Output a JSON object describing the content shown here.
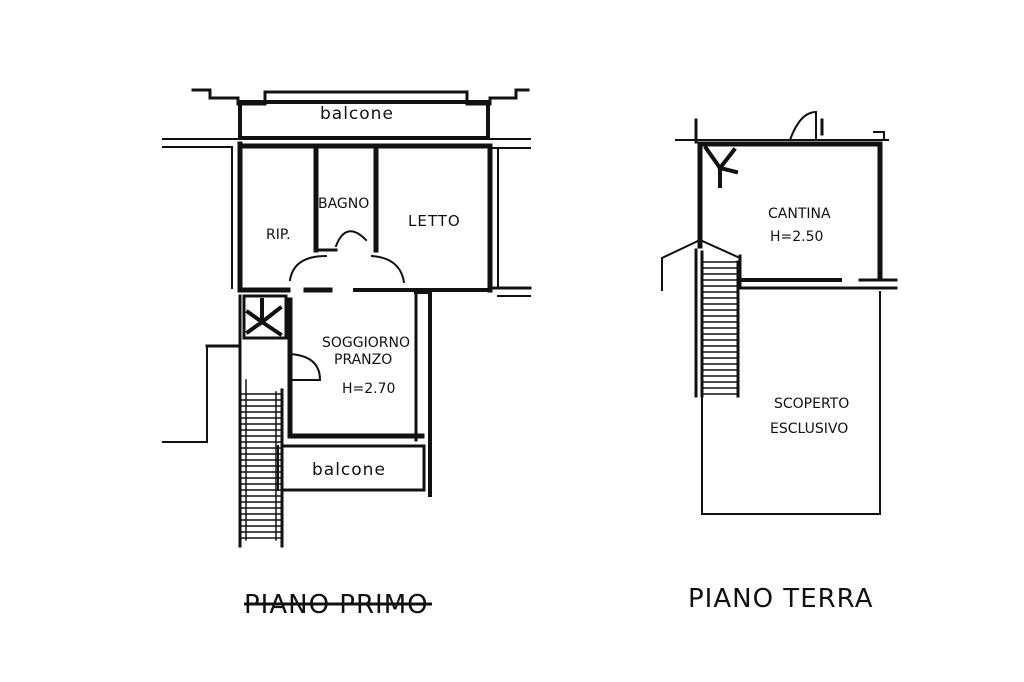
{
  "piano_primo": {
    "title": "PIANO PRIMO",
    "rooms": {
      "balcone_top": "balcone",
      "rip": "RIP.",
      "bagno": "BAGNO",
      "letto": "LETTO",
      "soggiorno": "SOGGIORNO",
      "pranzo": "PRANZO",
      "height": "H=2.70",
      "balcone_bottom": "balcone"
    }
  },
  "piano_terra": {
    "title": "PIANO TERRA",
    "rooms": {
      "cantina": "CANTINA",
      "height": "H=2.50",
      "scoperto": "SCOPERTO",
      "esclusivo": "ESCLUSIVO"
    }
  }
}
